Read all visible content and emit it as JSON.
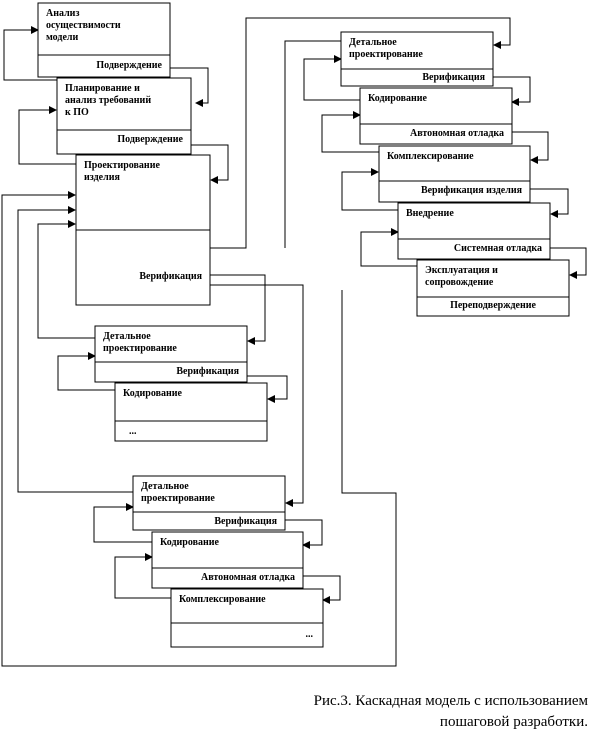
{
  "caption": {
    "line1": "Рис.3. Каскадная модель с использованием",
    "line2": "пошаговой разработки."
  },
  "boxes": [
    {
      "id": "b1",
      "title": [
        "Анализ",
        "осуществимости",
        "модели"
      ],
      "sub": "Подверждение"
    },
    {
      "id": "b2",
      "title": [
        "Планирование и",
        "анализ требований",
        "к ПО"
      ],
      "sub": "Подверждение"
    },
    {
      "id": "b3",
      "title": [
        "Проектирование",
        "изделия"
      ],
      "sub": "Верификация"
    },
    {
      "id": "b4",
      "title": [
        "Детальное",
        "проектирование"
      ],
      "sub": "Верификация"
    },
    {
      "id": "b5",
      "title": [
        "Кодирование"
      ],
      "sub": "..."
    },
    {
      "id": "b6",
      "title": [
        "Детальное",
        "проектирование"
      ],
      "sub": "Верификация"
    },
    {
      "id": "b7",
      "title": [
        "Кодирование"
      ],
      "sub": "Автономная отладка"
    },
    {
      "id": "b8",
      "title": [
        "Комплексирование"
      ],
      "sub": "..."
    },
    {
      "id": "r1",
      "title": [
        "Детальное",
        "проектирование"
      ],
      "sub": "Верификация"
    },
    {
      "id": "r2",
      "title": [
        "Кодирование"
      ],
      "sub": "Автономная отладка"
    },
    {
      "id": "r3",
      "title": [
        "Комплексирование"
      ],
      "sub": "Верификация изделия"
    },
    {
      "id": "r4",
      "title": [
        "Внедрение"
      ],
      "sub": "Системная отладка"
    },
    {
      "id": "r5",
      "title": [
        "Эксплуатация и",
        "сопровождение"
      ],
      "sub": "Переподверждение"
    }
  ]
}
